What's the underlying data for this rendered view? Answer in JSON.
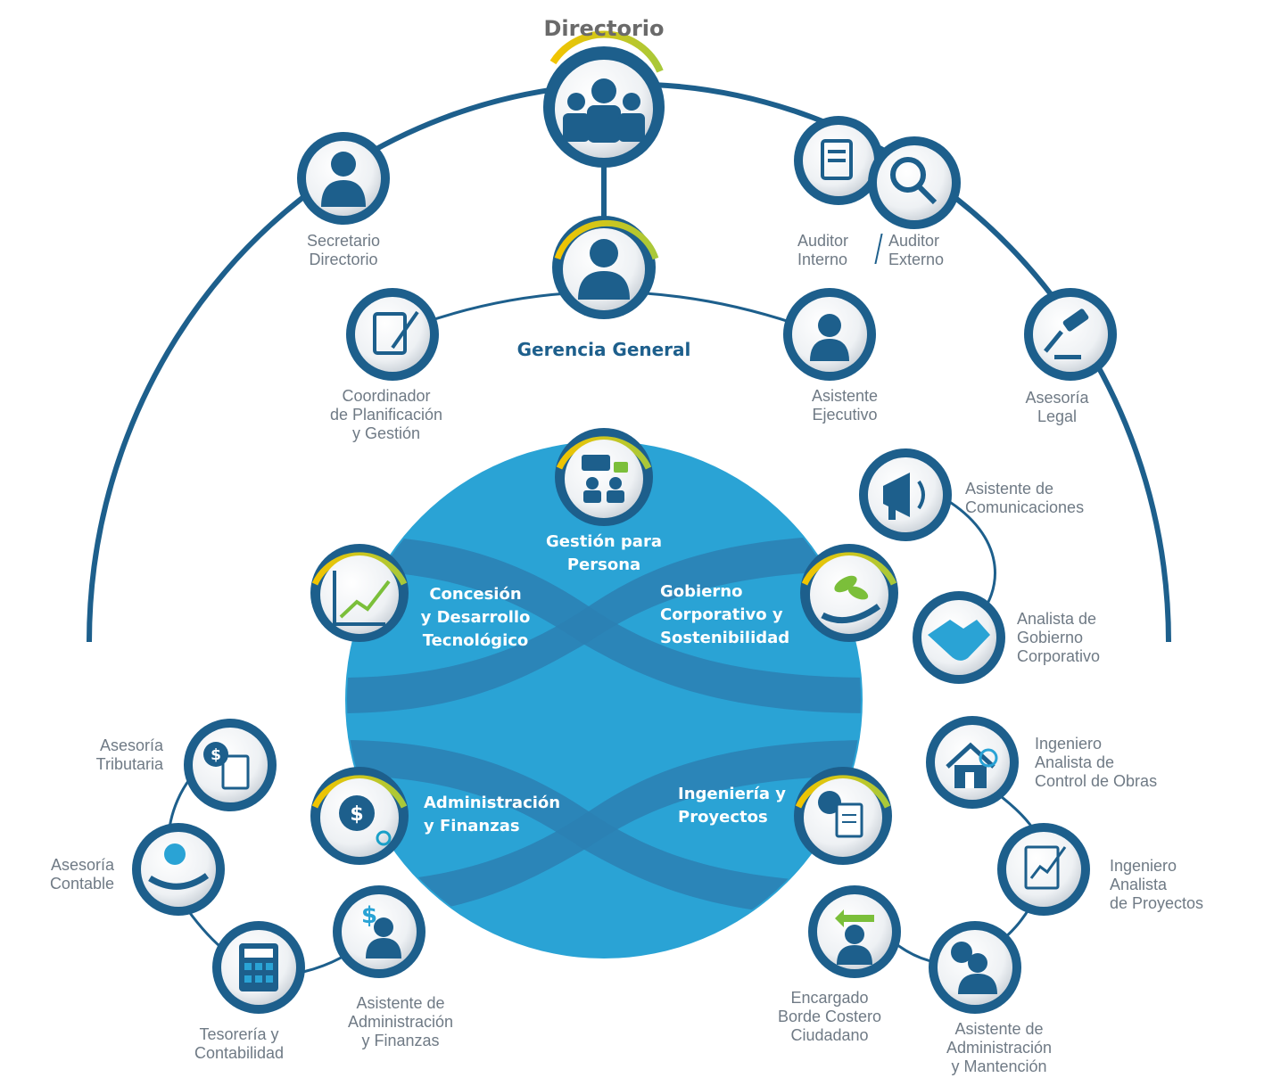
{
  "title": "Directorio",
  "gerencia": "Gerencia General",
  "roles": {
    "secretario": "Secretario\nDirectorio",
    "auditor_interno": "Auditor\nInterno",
    "auditor_externo": "Auditor\nExterno",
    "asesoria_legal": "Asesoría\nLegal",
    "coordinador": "Coordinador\nde Planificación\ny Gestión",
    "asistente_ejecutivo": "Asistente\nEjecutivo",
    "asistente_comunicaciones": "Asistente de\nComunicaciones",
    "analista_gobierno": "Analista de\nGobierno\nCorporativo",
    "asesoria_tributaria": "Asesoría\nTributaria",
    "asesoria_contable": "Asesoría\nContable",
    "tesoreria": "Tesorería y\nContabilidad",
    "asistente_admin_fin": "Asistente de\nAdministración\ny Finanzas",
    "ing_control_obras": "Ingeniero\nAnalista de\nControl de Obras",
    "ing_proyectos": "Ingeniero\nAnalista\nde Proyectos",
    "encargado_borde": "Encargado\nBorde Costero\nCiudadano",
    "asistente_mantencion": "Asistente de\nAdministración\ny Mantención"
  },
  "areas": {
    "gestion_personas": "Gestión para\nPersona",
    "concesion": "Concesión\ny Desarrollo\nTecnológico",
    "gobierno": "Gobierno\nCorporativo y\nSostenibilidad",
    "administracion": "Administración\ny Finanzas",
    "ingenieria": "Ingeniería y\nProyectos"
  },
  "colors": {
    "dark_blue": "#1d5f8c",
    "globe": "#2aa3d5",
    "globe_band": "#2b80b3",
    "gold": "#f2c400",
    "teal": "#1aa0c8",
    "label_gray": "#6f7a85"
  },
  "icons": {
    "directorio": "board-group-icon",
    "secretario": "secretary-icon",
    "auditor_interno": "audit-document-icon",
    "auditor_externo": "magnifier-icon",
    "gerencia": "manager-icon",
    "coordinador": "planning-document-icon",
    "asistente_ejecutivo": "executive-assistant-icon",
    "asesoria_legal": "gavel-icon",
    "gestion_personas": "people-chat-icon",
    "concesion": "growth-chart-icon",
    "gobierno": "hand-plant-icon",
    "administracion": "dollar-magnifier-icon",
    "ingenieria": "gear-document-icon",
    "asistente_comunicaciones": "megaphone-icon",
    "analista_gobierno": "handshake-icon",
    "asesoria_tributaria": "tax-document-icon",
    "asesoria_contable": "hand-coin-icon",
    "tesoreria": "calculator-icon",
    "asistente_admin_fin": "finance-assistant-icon",
    "ing_control_obras": "house-inspect-icon",
    "ing_proyectos": "project-chart-icon",
    "encargado_borde": "coast-person-icon",
    "asistente_mantencion": "maintenance-person-icon"
  }
}
